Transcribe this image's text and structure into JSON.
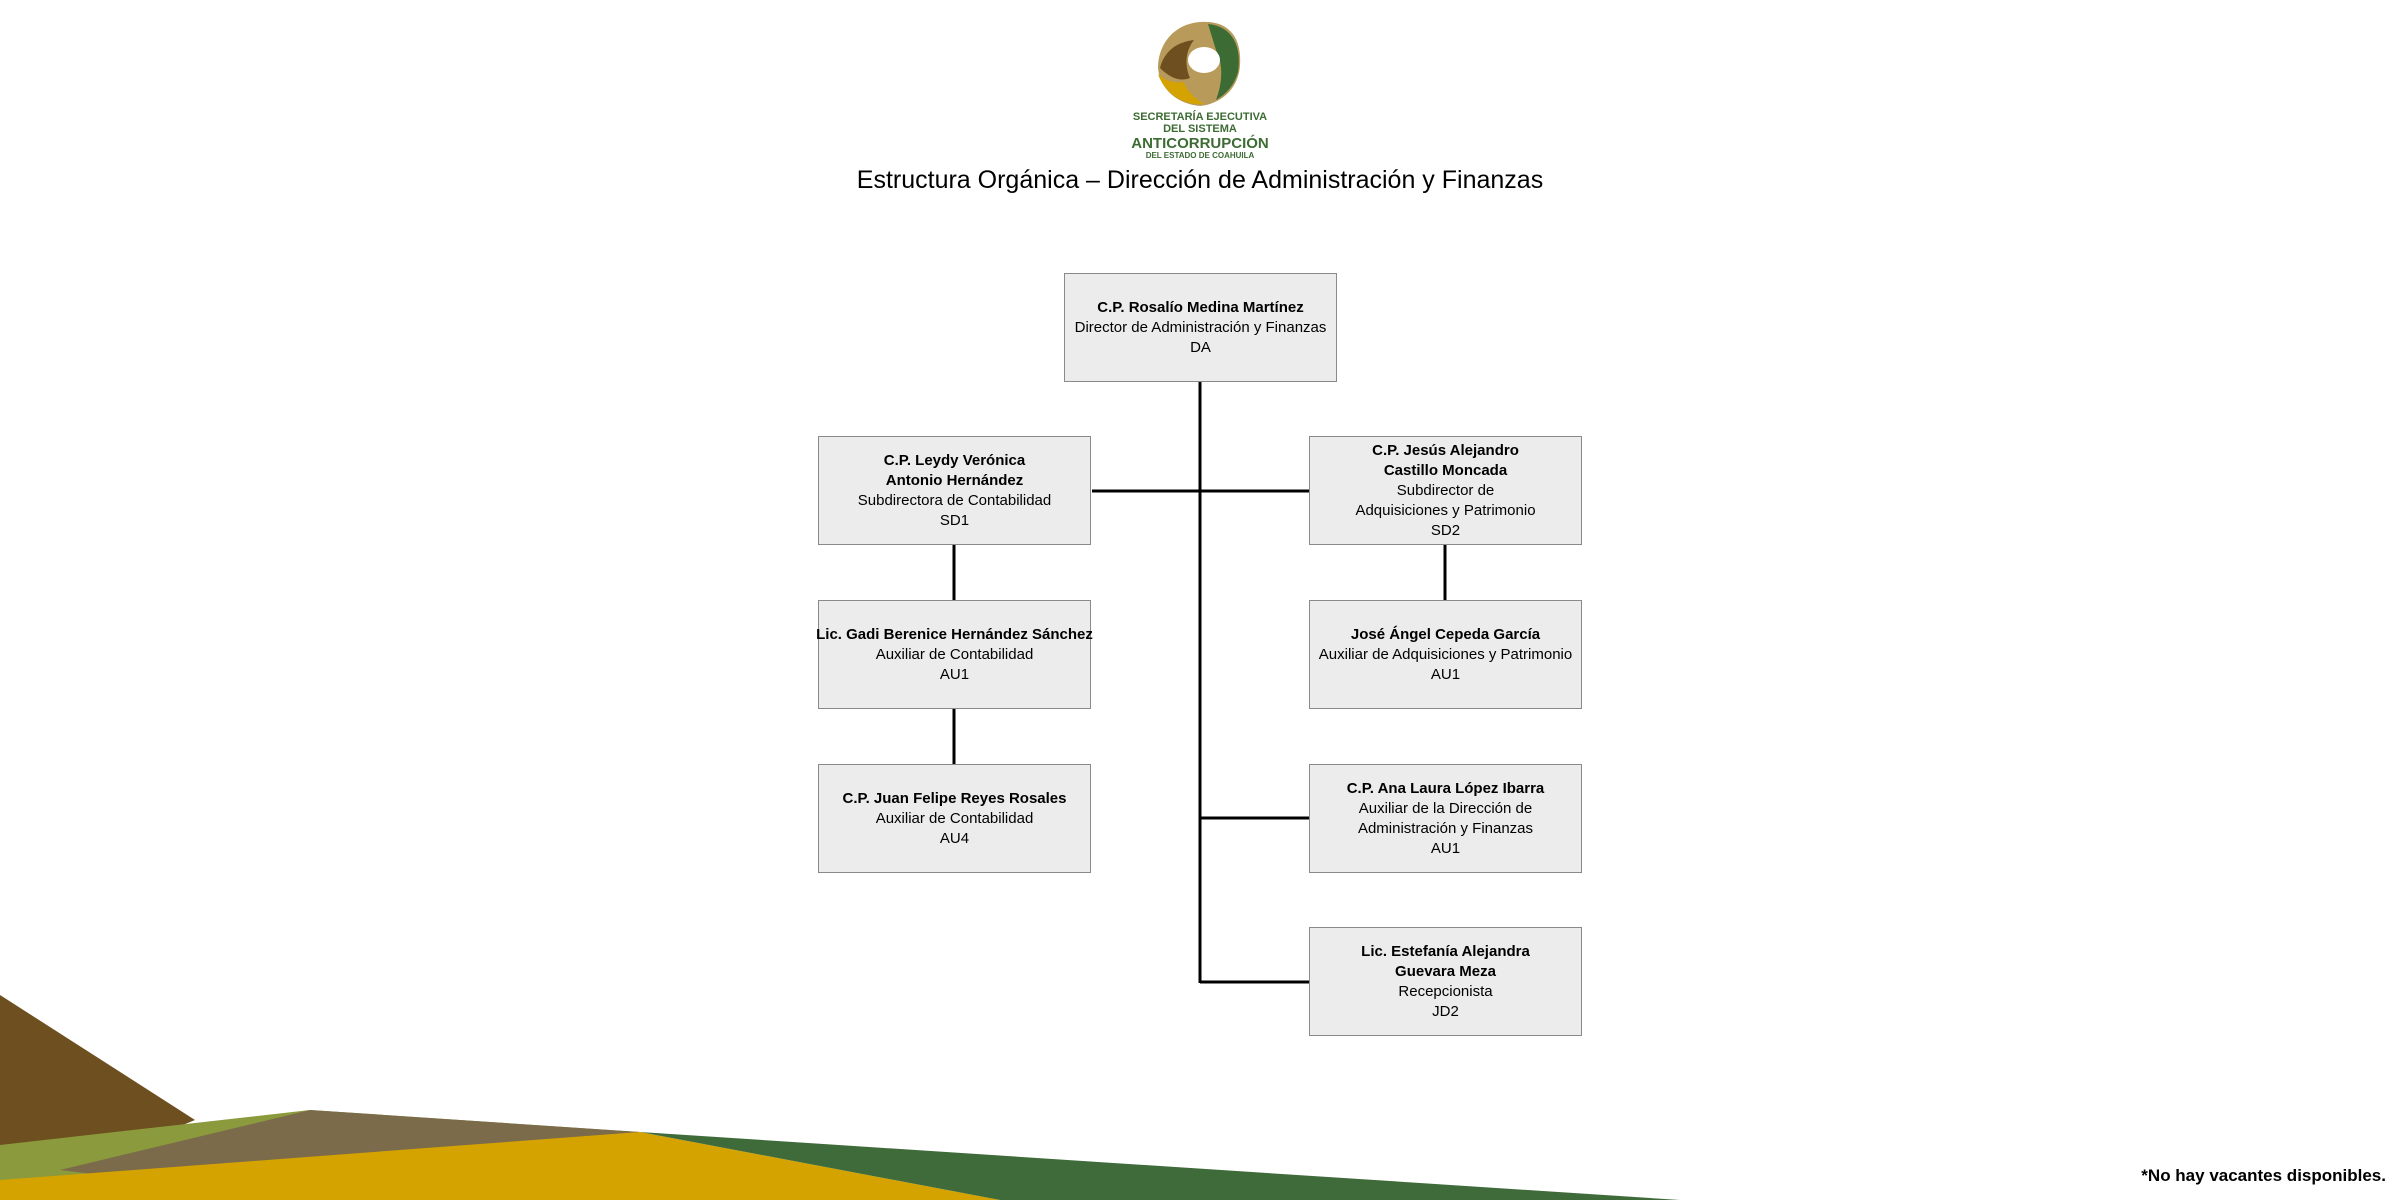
{
  "logo": {
    "line1": "SECRETARÍA EJECUTIVA",
    "line2": "DEL SISTEMA",
    "line3": "ANTICORRUPCIÓN",
    "line4": "DEL ESTADO DE COAHUILA"
  },
  "title": "Estructura Orgánica – Dirección de Administración y Finanzas",
  "nodes": {
    "director": {
      "name": "C.P. Rosalío Medina Martínez",
      "role": "Director de Administración y Finanzas",
      "code": "DA"
    },
    "sub_contabilidad": {
      "name1": "C.P. Leydy Verónica",
      "name2": "Antonio Hernández",
      "role": "Subdirectora de Contabilidad",
      "code": "SD1"
    },
    "sub_adquisiciones": {
      "name1": "C.P. Jesús Alejandro",
      "name2": "Castillo Moncada",
      "role1": "Subdirector de",
      "role2": "Adquisiciones y Patrimonio",
      "code": "SD2"
    },
    "aux_contabilidad_1": {
      "name": "Lic. Gadi Berenice Hernández Sánchez",
      "role": "Auxiliar de Contabilidad",
      "code": "AU1"
    },
    "aux_adquisiciones": {
      "name": "José Ángel Cepeda García",
      "role": "Auxiliar de Adquisiciones y Patrimonio",
      "code": "AU1"
    },
    "aux_contabilidad_2": {
      "name": "C.P. Juan Felipe Reyes Rosales",
      "role": "Auxiliar de Contabilidad",
      "code": "AU4"
    },
    "aux_direccion": {
      "name": "C.P. Ana Laura López Ibarra",
      "role1": "Auxiliar de la Dirección de",
      "role2": "Administración y Finanzas",
      "code": "AU1"
    },
    "recepcionista": {
      "name1": "Lic. Estefanía Alejandra",
      "name2": "Guevara Meza",
      "role": "Recepcionista",
      "code": "JD2"
    }
  },
  "footer_note": "*No hay vacantes disponibles.",
  "colors": {
    "box_fill": "#ececec",
    "box_border": "#8a8a8a",
    "logo_green": "#3d6b34",
    "decor_brown": "#6e4f1f",
    "decor_olive": "#8a9a3c",
    "decor_gold": "#d4a300",
    "decor_dark_green": "#3f6b3a"
  }
}
